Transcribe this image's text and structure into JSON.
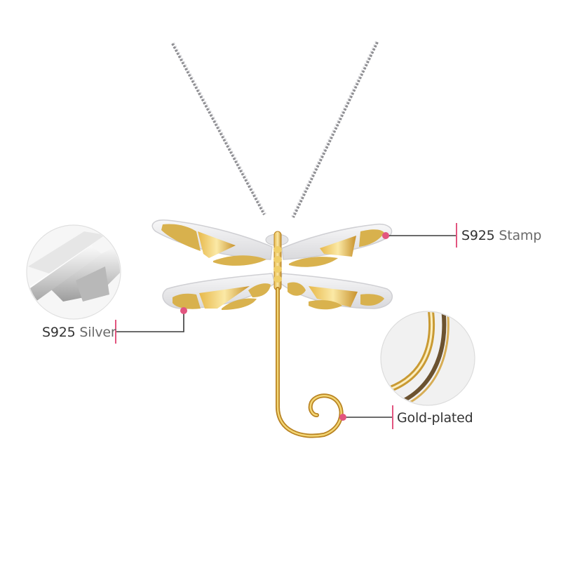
{
  "product": {
    "name": "Dragonfly pendant necklace",
    "colors": {
      "background": "#ffffff",
      "accent_pink": "#e2557f",
      "leader_line": "#3a3a3a",
      "gold": "#d9a93a",
      "gold_light": "#f3d675",
      "silver": "#e8e8ea",
      "callout_circle_bg": "#f1f1f1"
    }
  },
  "callouts": [
    {
      "id": "stamp",
      "prefix": "S925",
      "suffix": "Stamp",
      "icon": "stamp-marker-dot"
    },
    {
      "id": "silver",
      "prefix": "S925",
      "suffix": "Silver",
      "icon": "silver-bars-icon"
    },
    {
      "id": "gold",
      "prefix": "Gold-plated",
      "suffix": "",
      "icon": "gold-wire-icon"
    }
  ]
}
